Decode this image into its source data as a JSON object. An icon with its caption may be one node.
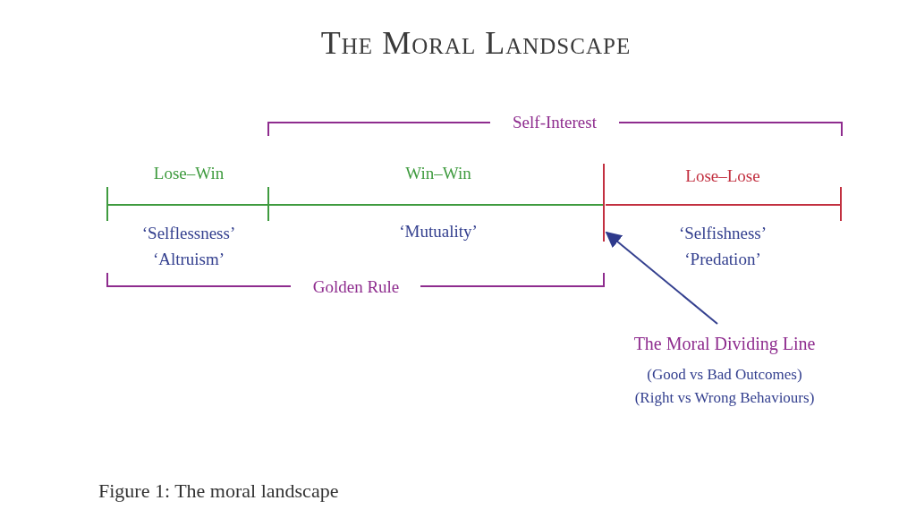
{
  "diagram": {
    "title": "The Moral Landscape",
    "caption": "Figure 1: The moral landscape",
    "nodes": [
      {
        "text": [
          "The Moral Dividing Line",
          "(Good vs Bad Outcomes)",
          "(Right vs Wrong Behaviours)"
        ]
      },
      {
        "text": [],
        "shape": "bar"
      }
    ],
    "edges": [
      {
        "from": 0,
        "to": 1,
        "arrow": "to"
      }
    ],
    "labels": [
      "Self-Interest",
      "Lose–Win",
      "Win–Win",
      "Lose–Lose",
      "‘Selflessness’",
      "‘Mutuality’",
      "‘Selfishness’",
      "‘Altruism’",
      "‘Predation’",
      "Golden Rule"
    ]
  }
}
